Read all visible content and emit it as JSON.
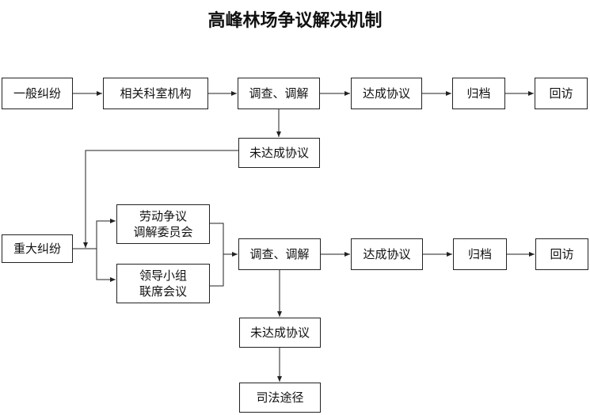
{
  "title": "高峰林场争议解决机制",
  "nodes": {
    "general": "一般纠纷",
    "dept": "相关科室机构",
    "mediate1": "调查、调解",
    "agree1": "达成协议",
    "archive1": "归档",
    "visit1": "回访",
    "fail1": "未达成协议",
    "major": "重大纠纷",
    "labor_line1": "劳动争议",
    "labor_line2": "调解委员会",
    "leader_line1": "领导小组",
    "leader_line2": "联席会议",
    "mediate2": "调查、调解",
    "agree2": "达成协议",
    "archive2": "归档",
    "visit2": "回访",
    "fail2": "未达成协议",
    "judicial": "司法途径"
  }
}
